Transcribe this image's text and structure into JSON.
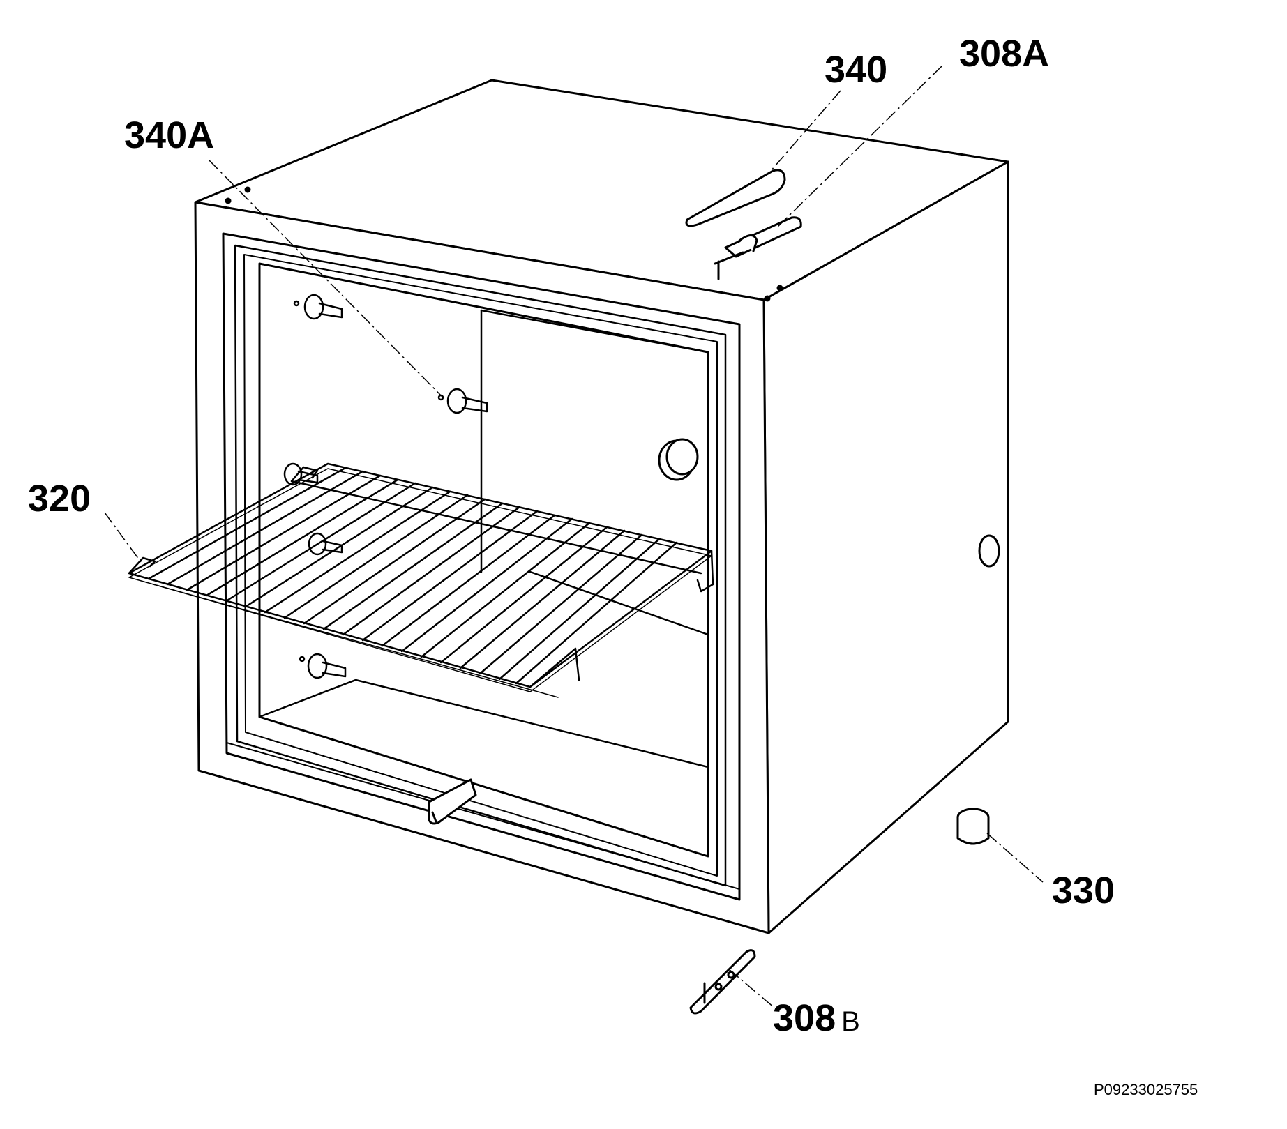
{
  "callouts": {
    "c340": "340",
    "c308a": "308A",
    "c340a": "340A",
    "c320": "320",
    "c330": "330",
    "c308b": "308",
    "c308b_suffix": "B"
  },
  "part_number": "P09233025755",
  "colors": {
    "ink": "#000000",
    "paper": "#ffffff"
  }
}
